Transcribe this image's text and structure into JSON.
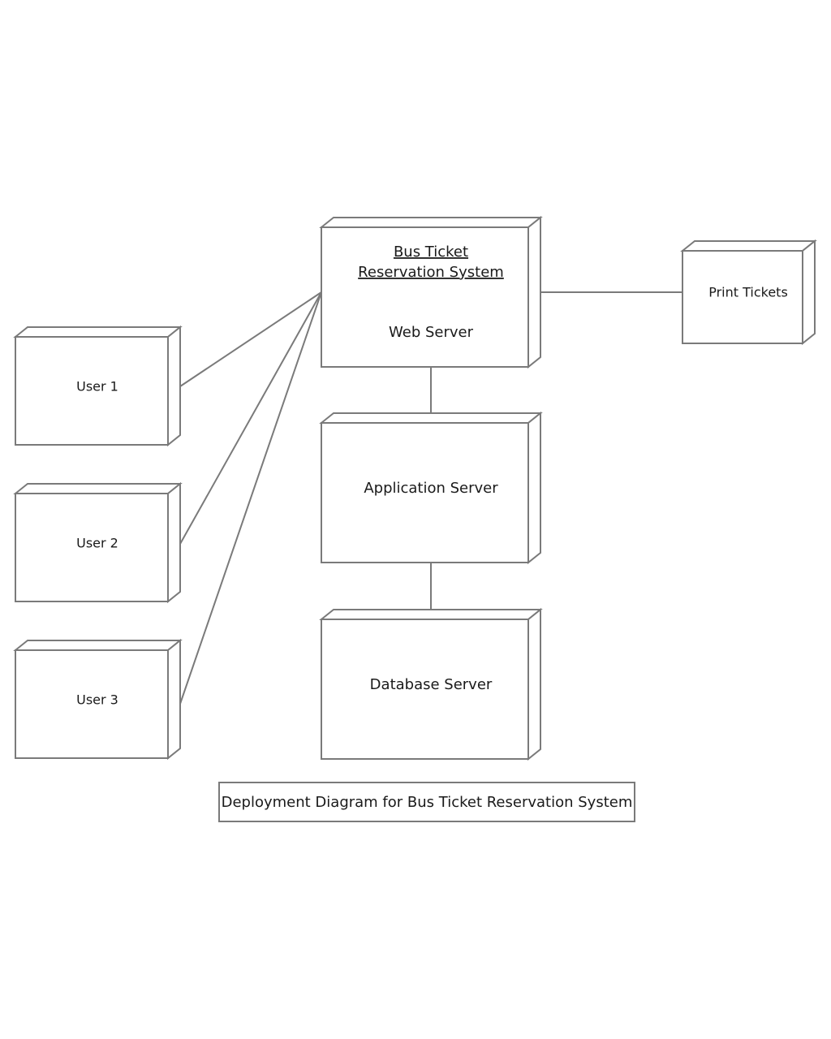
{
  "nodes": {
    "web_server": {
      "title_line1": "Bus Ticket",
      "title_line2": "Reservation System",
      "label": "Web Server"
    },
    "print_tickets": {
      "label": "Print Tickets"
    },
    "app_server": {
      "label": "Application Server"
    },
    "db_server": {
      "label": "Database Server"
    },
    "user1": {
      "label": "User 1"
    },
    "user2": {
      "label": "User 2"
    },
    "user3": {
      "label": "User 3"
    }
  },
  "caption": "Deployment Diagram for Bus Ticket Reservation System"
}
